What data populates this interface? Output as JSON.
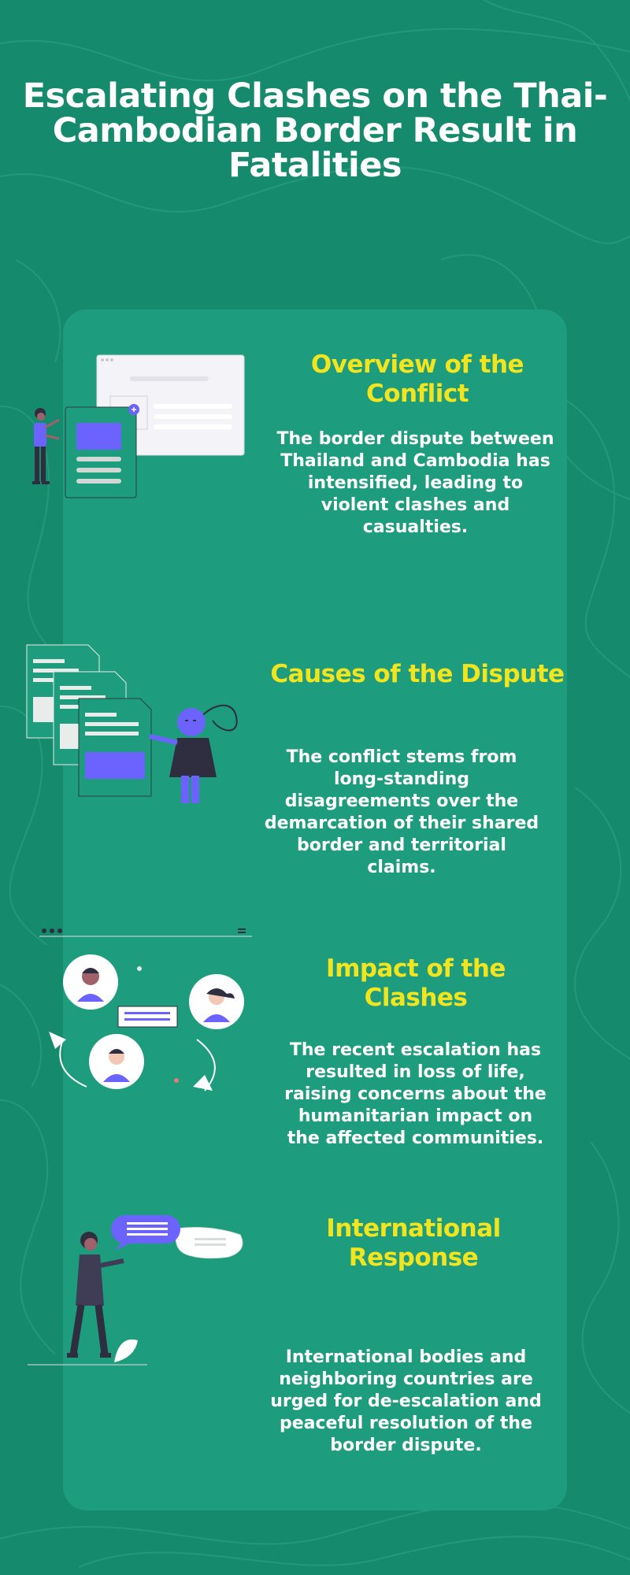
{
  "title": "Escalating Clashes on the Thai-Cambodian Border Result in Fatalities",
  "sections": [
    {
      "heading": "Overview of the Conflict",
      "body": "The border dispute between Thailand and Cambodia has intensified, leading to violent clashes and casualties."
    },
    {
      "heading": "Causes of the Dispute",
      "body": "The conflict stems from long-standing disagreements over the demarcation of their shared border and territorial claims."
    },
    {
      "heading": "Impact of the Clashes",
      "body": "The recent escalation has resulted in loss of life, raising concerns about the humanitarian impact on the affected communities."
    },
    {
      "heading": "International Response",
      "body": "International bodies and neighboring countries are urged for de-escalation and peaceful resolution of the border dispute."
    }
  ],
  "colors": {
    "background": "#168a6c",
    "card": "#1e9c7e",
    "heading": "#f2e51e",
    "text": "#ffffff",
    "accent": "#6c63ff"
  }
}
